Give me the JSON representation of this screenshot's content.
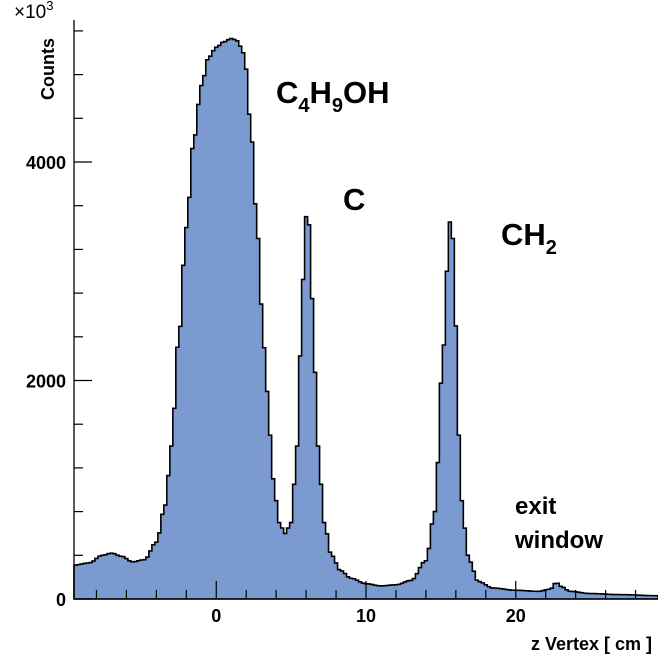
{
  "chart_data": {
    "type": "area",
    "title": "",
    "xlabel": "z Vertex [ cm ]",
    "ylabel": "Counts",
    "y_multiplier": "×10",
    "y_multiplier_exponent": "3",
    "xlim": [
      -9.5,
      29.5
    ],
    "ylim": [
      0,
      5300
    ],
    "x_ticks": [
      0,
      10,
      20
    ],
    "y_ticks": [
      0,
      2000,
      4000
    ],
    "fill_color": "#7b9ad0",
    "line_color": "#000000",
    "grid": false,
    "legend": "none",
    "annotations": [
      {
        "base": "C",
        "sub": "4",
        "base2": "H",
        "sub2": "9",
        "tail": "OH",
        "x": 2.5,
        "y": 4950
      },
      {
        "base": "C",
        "sub": "",
        "base2": "",
        "sub2": "",
        "tail": "",
        "x": 8.5,
        "y": 3850
      },
      {
        "base": "CH",
        "sub": "2",
        "base2": "",
        "sub2": "",
        "tail": "",
        "x": 19,
        "y": 3450
      },
      {
        "base": "exit",
        "x": 20,
        "y": 880
      },
      {
        "base": "window",
        "x": 20,
        "y": 530
      }
    ],
    "series": [
      {
        "x": [
          -9.5,
          -8.5,
          -7.6,
          -7.0,
          -6.3,
          -5.6,
          -4.8,
          -4.0,
          -3.4,
          -3.0,
          -2.5,
          -2.0,
          -1.5,
          -1.0,
          -0.5,
          0.0,
          0.5,
          1.0,
          1.3,
          1.7,
          2.0,
          2.3,
          2.7,
          3.0,
          3.4,
          3.8,
          4.2,
          4.6,
          5.0,
          5.4,
          5.7,
          5.9,
          6.1,
          6.3,
          6.5,
          6.8,
          7.2,
          7.7,
          8.3,
          9.0,
          10.0,
          11.0,
          12.0,
          13.0,
          14.0,
          14.6,
          15.1,
          15.4,
          15.6,
          15.8,
          16.0,
          16.2,
          16.5,
          16.9,
          17.5,
          18.5,
          20.0,
          21.5,
          22.3,
          22.7,
          23.1,
          23.6,
          25.0,
          27.0,
          29.5
        ],
        "y": [
          310,
          330,
          400,
          420,
          390,
          340,
          360,
          520,
          860,
          1400,
          2400,
          3400,
          4200,
          4700,
          4960,
          5050,
          5100,
          5130,
          5120,
          5050,
          4850,
          4300,
          3500,
          2700,
          1900,
          1100,
          700,
          600,
          700,
          1400,
          2500,
          3350,
          3650,
          3200,
          2300,
          1400,
          700,
          400,
          260,
          190,
          140,
          120,
          130,
          170,
          350,
          800,
          2100,
          3000,
          3450,
          3300,
          2500,
          1500,
          700,
          350,
          160,
          100,
          80,
          70,
          90,
          150,
          110,
          70,
          50,
          40,
          30
        ]
      }
    ]
  }
}
